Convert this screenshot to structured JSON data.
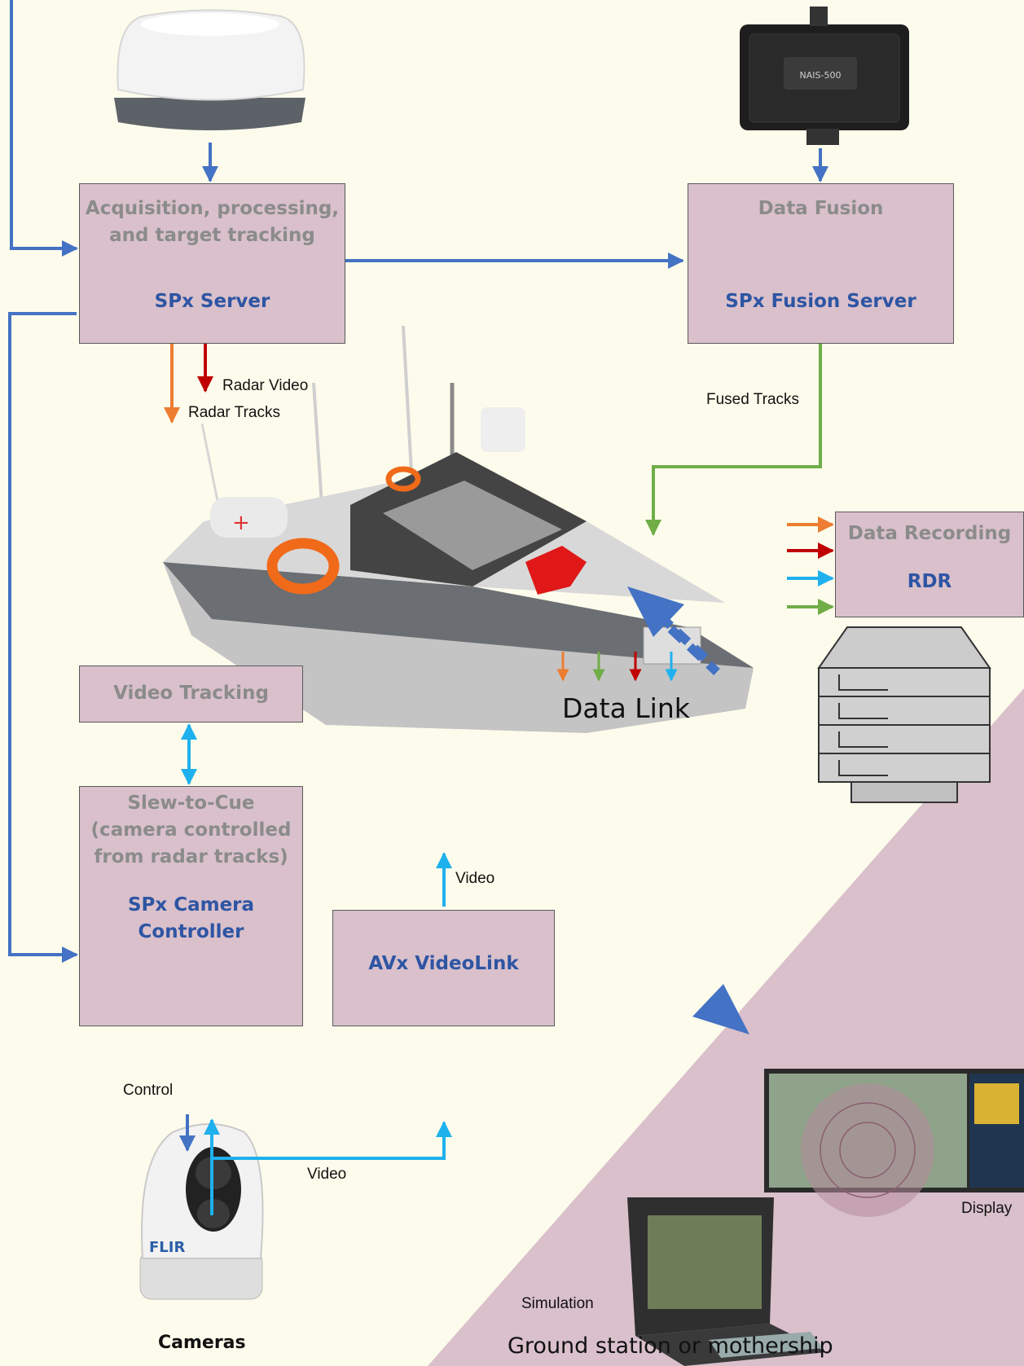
{
  "colors": {
    "background": "#fdfcec",
    "box_fill": "#d9c0cb",
    "box_title": "#8b8b8b",
    "product": "#2e55a3",
    "blue_arrow": "#4472c4",
    "orange_arrow": "#ed7d31",
    "red_arrow": "#c00000",
    "green_arrow": "#70ad47",
    "cyan_arrow": "#1fb1ee",
    "ground_region": "#d9c0cb"
  },
  "boxes": {
    "acquisition": {
      "title": "Acquisition, processing,\nand target tracking",
      "product": "SPx Server"
    },
    "fusion": {
      "title": "Data Fusion",
      "product": "SPx Fusion Server"
    },
    "recording": {
      "title": "Data Recording",
      "product": "RDR"
    },
    "video_tracking": {
      "title": "Video Tracking"
    },
    "slew_to_cue": {
      "title": "Slew-to-Cue\n(camera controlled\nfrom radar tracks)",
      "product": "SPx Camera\nController"
    },
    "videolink": {
      "product": "AVx VideoLink"
    }
  },
  "labels": {
    "radar_video": "Radar Video",
    "radar_tracks": "Radar Tracks",
    "fused_tracks": "Fused Tracks",
    "video_up": "Video",
    "control": "Control",
    "video_bottom": "Video",
    "display": "Display",
    "simulation": "Simulation",
    "cameras": "Cameras",
    "data_link": "Data Link",
    "ground_station": "Ground station or mothership"
  },
  "images": {
    "radar": "radar-dome-icon",
    "ais": "ais-receiver-icon",
    "boat": "unmanned-surface-vessel-icon",
    "server": "server-rack-icon",
    "camera": "flir-camera-icon",
    "display": "radar-display-screen-icon",
    "laptop": "rugged-laptop-icon",
    "camera_logo": "FLIR",
    "ais_model": "NAIS-500"
  }
}
